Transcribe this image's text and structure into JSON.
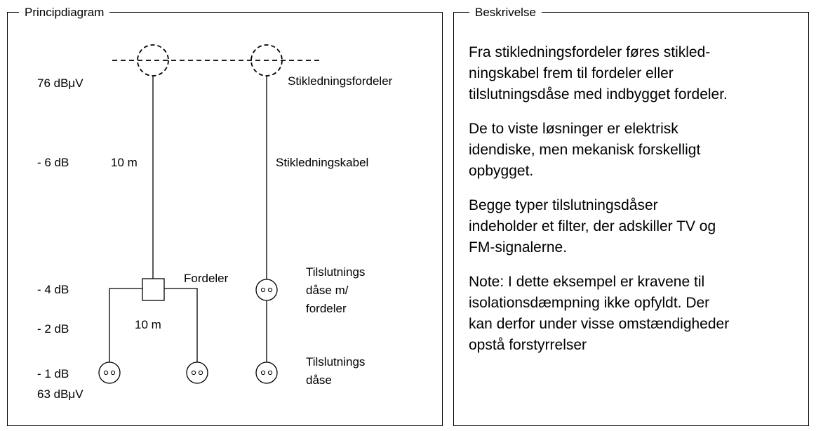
{
  "principle_panel": {
    "title": "Principdiagram",
    "levels": {
      "input": "76 dBμV",
      "cable_loss": "- 6 dB",
      "splitter_loss": "- 4 dB",
      "branch_loss": "- 2 dB",
      "outlet_loss": "- 1 dB",
      "output": "63 dBμV"
    },
    "lengths": {
      "riser_cable": "10 m",
      "branch_cable": "10 m"
    },
    "labels": {
      "riser_distributor": "Stikledningsfordeler",
      "riser_cable": "Stikledningskabel",
      "splitter": "Fordeler",
      "outlet_with_splitter": [
        "Tilslutnings",
        "dåse m/",
        "fordeler"
      ],
      "outlet": [
        "Tilslutnings",
        "dåse"
      ]
    }
  },
  "description_panel": {
    "title": "Beskrivelse",
    "paragraphs": [
      "Fra stikledningsfordeler føres stikled-\nningskabel frem til fordeler eller\ntilslutningsdåse med indbygget fordeler.",
      "De to viste løsninger er elektrisk\nidendiske, men mekanisk forskelligt\nopbygget.",
      "Begge typer tilslutningsdåser\nindeholder et filter, der adskiller TV og\nFM-signalerne.",
      "Note: I dette eksempel er kravene til\nisolationsdæmpning ikke opfyldt. Der\nkan derfor under visse omstændigheder\nopstå forstyrrelser"
    ]
  }
}
